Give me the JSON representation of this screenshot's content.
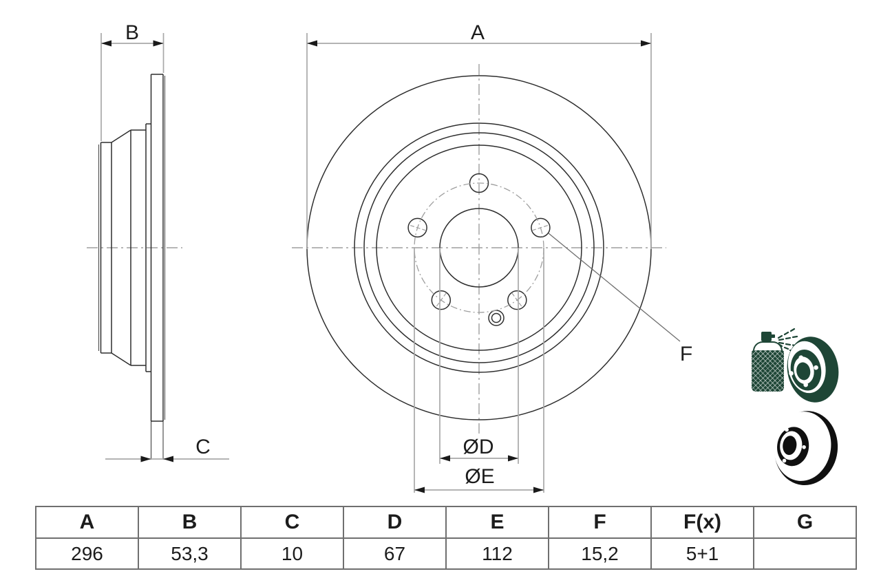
{
  "drawing": {
    "dim_labels": {
      "A": "A",
      "B": "B",
      "C": "C",
      "F": "F",
      "dia_d": "ØD",
      "dia_e": "ØE"
    }
  },
  "spec_table": {
    "headers": [
      "A",
      "B",
      "C",
      "D",
      "E",
      "F",
      "F(x)",
      "G"
    ],
    "values": [
      "296",
      "53,3",
      "10",
      "67",
      "112",
      "15,2",
      "5+1",
      ""
    ]
  },
  "icons": [
    {
      "name": "spray-coated-disc-icon",
      "color": "#1e4636"
    },
    {
      "name": "solid-brake-disc-icon",
      "color": "#101010"
    }
  ],
  "colors": {
    "outline": "#2d2d2d",
    "dimension_gray": "#a0a0a0",
    "arrow_black": "#1a1a1a",
    "icon_green": "#1e4636",
    "icon_black": "#101010",
    "table_border": "#6f6f6f",
    "text": "#1c1c1c"
  }
}
